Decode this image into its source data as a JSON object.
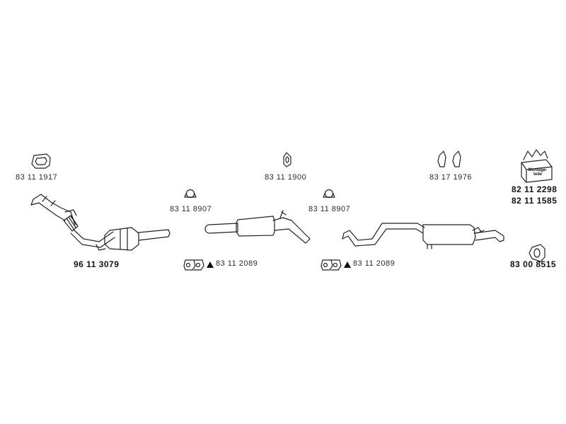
{
  "parts": {
    "gasket_top_left": "83 11 1917",
    "manifold_catalyst": "96 11 3079",
    "clamp_left": "83 11 8907",
    "clamp_pair_left": "83 11 2089",
    "hanger_center": "83 11 1900",
    "clamp_right": "83 11 8907",
    "clamp_pair_right": "83 11 2089",
    "hanger_pair_right": "83 17 1976",
    "mounting_kit_1": "82 11 2298",
    "mounting_kit_2": "82 11 1585",
    "rubber_ring": "83 00 8515"
  },
  "mounting_box": {
    "line1": "Montage-",
    "line2": "teile"
  }
}
